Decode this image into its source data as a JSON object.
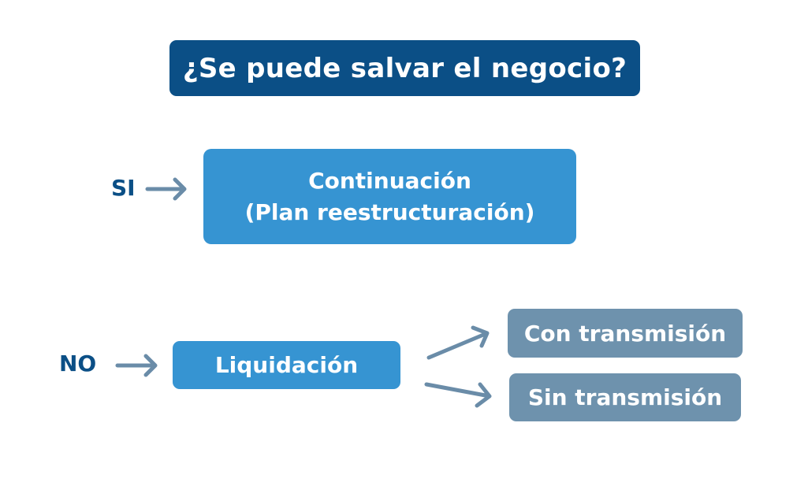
{
  "title": "¿Se puede salvar el negocio?",
  "branches": {
    "yes": {
      "label": "SI",
      "box_line1": "Continuación",
      "box_line2": "(Plan reestructuración)"
    },
    "no": {
      "label": "NO",
      "box": "Liquidación",
      "outcomes": [
        {
          "label": "Con transmisión"
        },
        {
          "label": "Sin transmisión"
        }
      ]
    }
  },
  "colors": {
    "title_bg": "#0b4f86",
    "primary_box": "#3694d2",
    "secondary_box": "#6e92ad",
    "arrow": "#6a8ca8",
    "label_text": "#0b4f86"
  }
}
